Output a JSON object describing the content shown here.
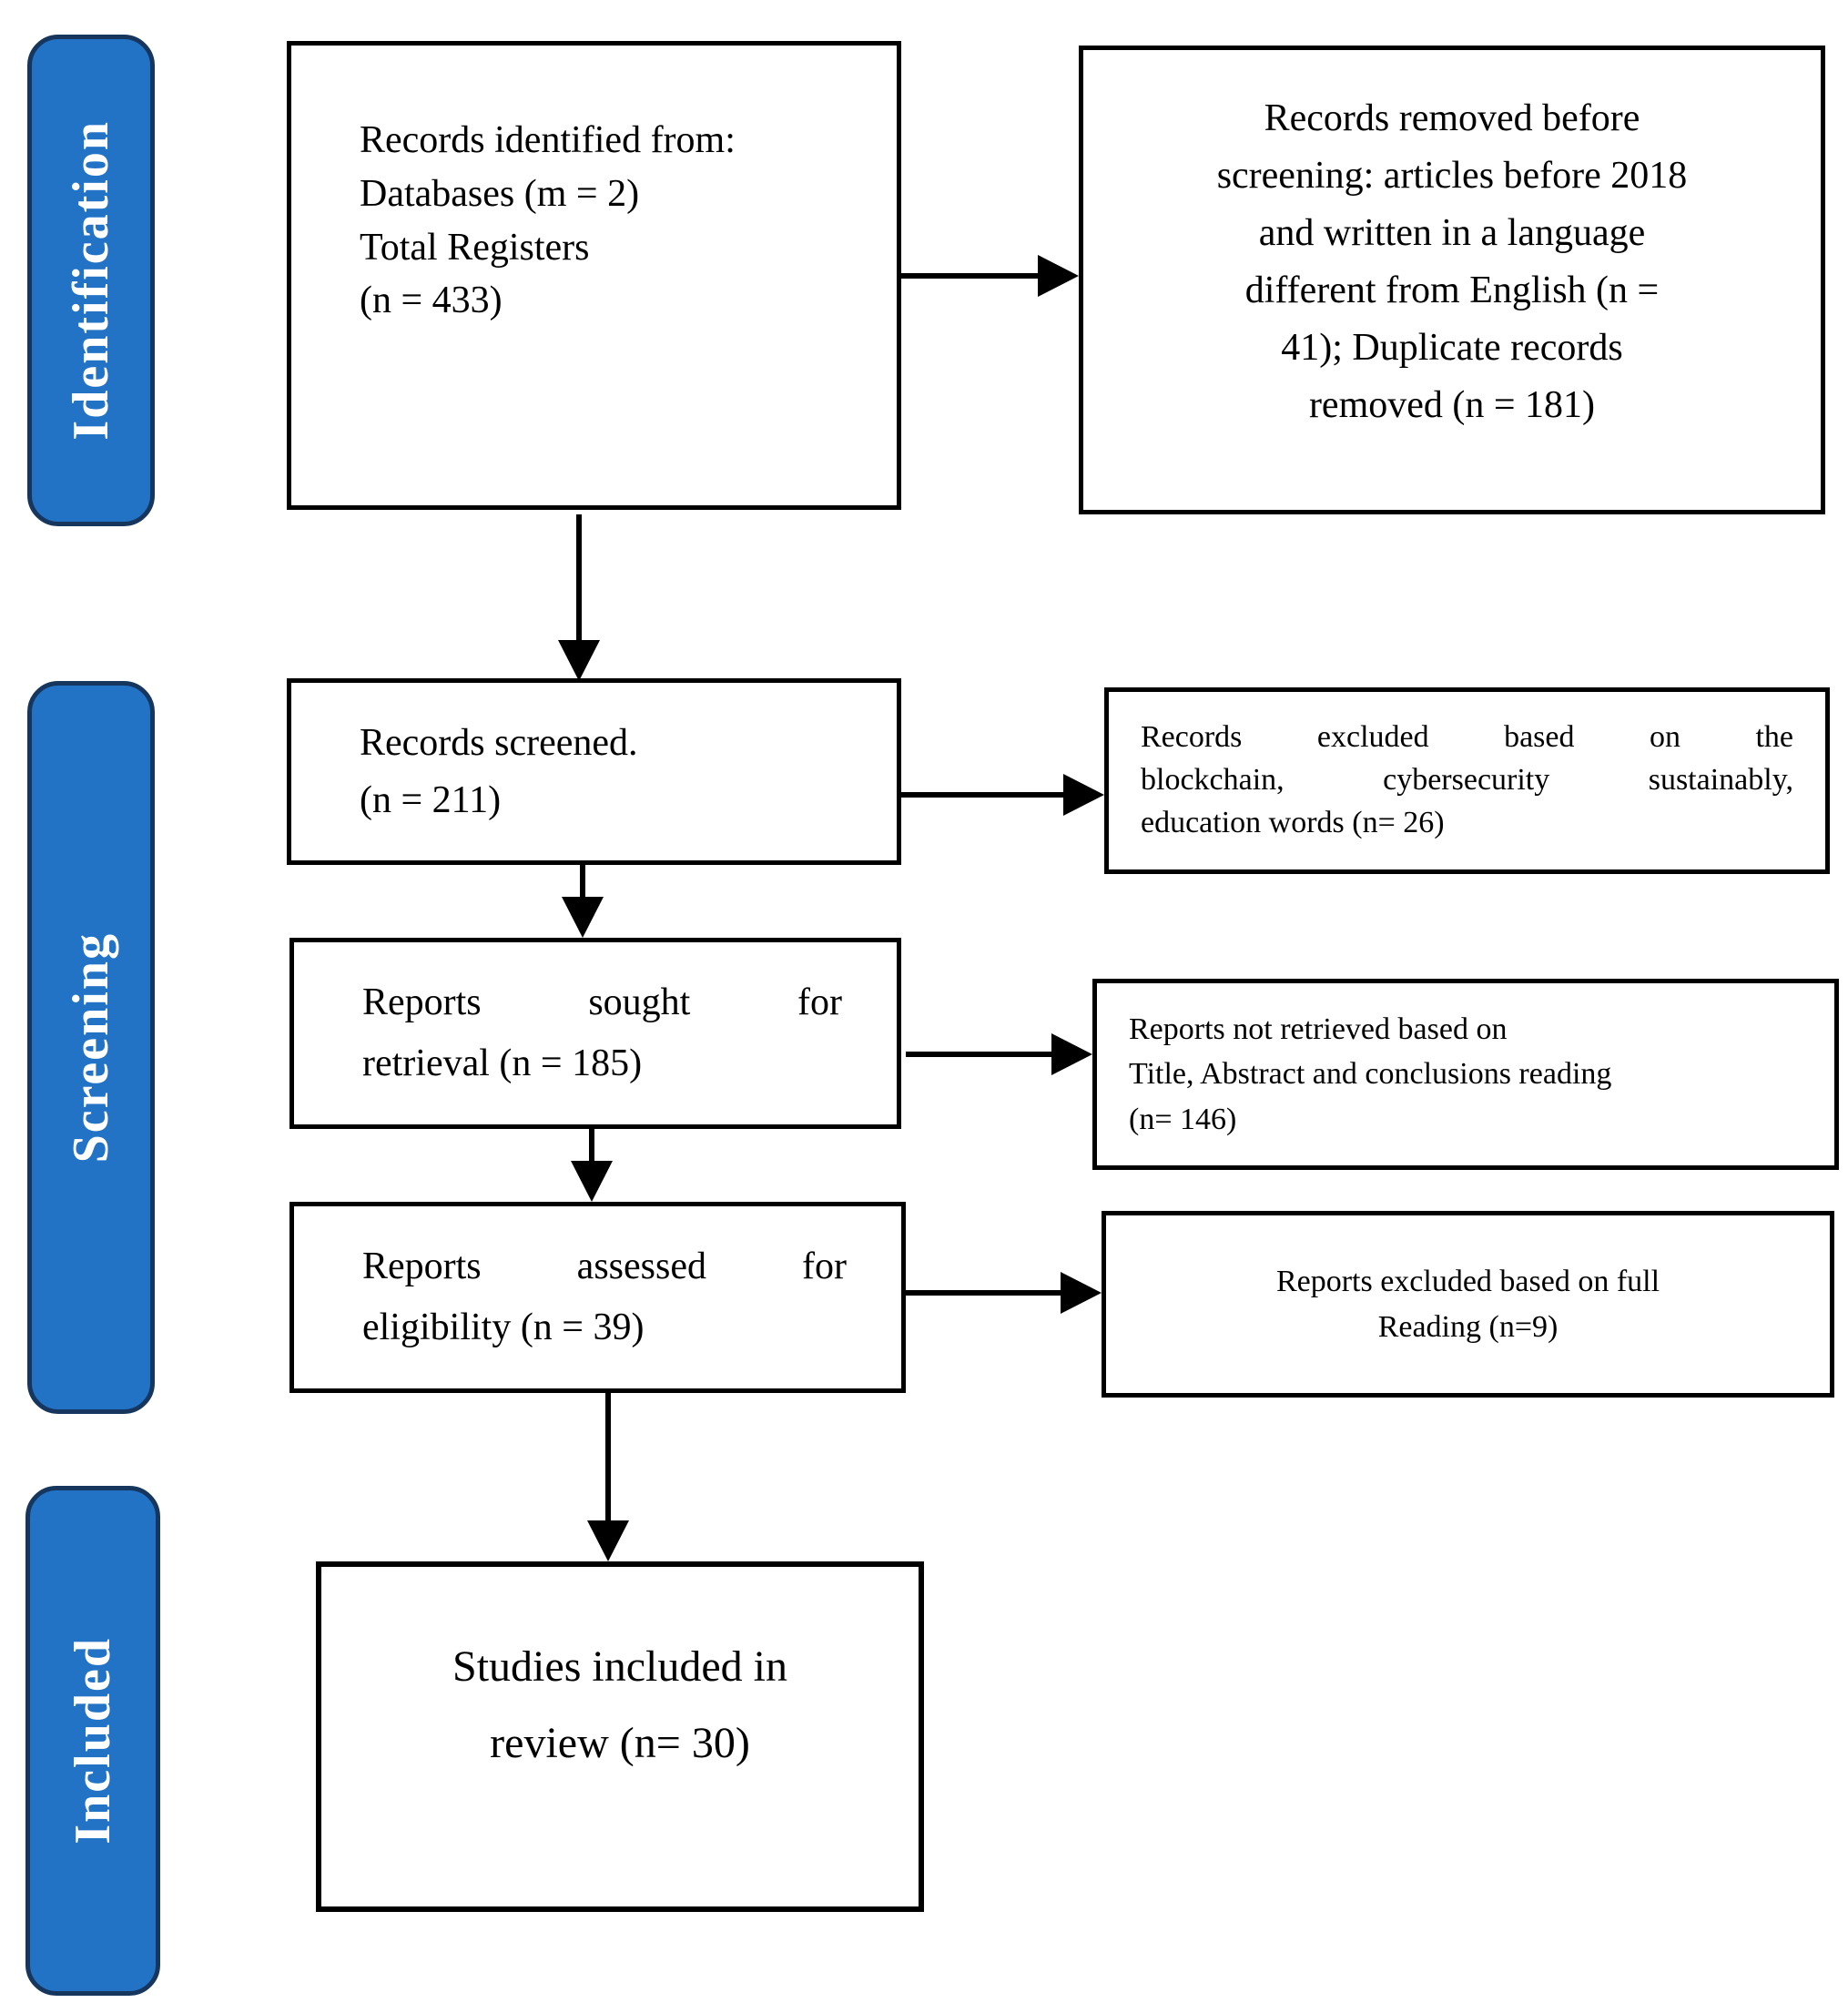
{
  "colors": {
    "stage_fill": "#2273c6",
    "stage_border": "#17365e",
    "box_border": "#000000",
    "text": "#000000",
    "stage_text": "#ffffff",
    "background": "#ffffff"
  },
  "stages": [
    {
      "label": "Identification"
    },
    {
      "label": "Screening"
    },
    {
      "label": "Included"
    }
  ],
  "boxes": {
    "identified": {
      "lines": [
        {
          "text": "Records identified from:",
          "justify": false
        },
        {
          "text": "Databases (m = 2)",
          "justify": false
        },
        {
          "text": "Total Registers",
          "justify": false
        },
        {
          "text": "(n = 433)",
          "justify": false
        }
      ]
    },
    "removed_before_screening": {
      "lines": [
        {
          "text": "Records removed before",
          "justify": false
        },
        {
          "text": "screening: articles before 2018",
          "justify": false
        },
        {
          "text": "and written in a language",
          "justify": false
        },
        {
          "text": "different from English (n =",
          "justify": false
        },
        {
          "text": "41); Duplicate records",
          "justify": false
        },
        {
          "text": "removed (n = 181)",
          "justify": false
        }
      ]
    },
    "screened": {
      "lines": [
        {
          "text": "Records screened.",
          "justify": false
        },
        {
          "text": "(n = 211)",
          "justify": false
        }
      ]
    },
    "excluded_words": {
      "lines": [
        {
          "text": "Records excluded based on the",
          "justify": true
        },
        {
          "text": "blockchain, cybersecurity sustainably,",
          "justify": true
        },
        {
          "text": "education words (n= 26)",
          "justify": false
        }
      ]
    },
    "sought": {
      "lines": [
        {
          "text": "Reports sought for",
          "justify": true
        },
        {
          "text": "retrieval (n = 185)",
          "justify": false
        }
      ]
    },
    "not_retrieved": {
      "lines": [
        {
          "text": "Reports not retrieved based on",
          "justify": false
        },
        {
          "text": "Title, Abstract and conclusions reading",
          "justify": false
        },
        {
          "text": "(n= 146)",
          "justify": false
        }
      ]
    },
    "assessed": {
      "lines": [
        {
          "text": "Reports assessed for",
          "justify": true
        },
        {
          "text": "eligibility (n = 39)",
          "justify": false
        }
      ]
    },
    "excluded_full_reading": {
      "lines": [
        {
          "text": "Reports excluded based on full",
          "justify": false
        },
        {
          "text": "Reading (n=9)",
          "justify": false
        }
      ]
    },
    "included_in_review": {
      "lines": [
        {
          "text": "Studies included in",
          "justify": false
        },
        {
          "text": "review (n= 30)",
          "justify": false
        }
      ]
    }
  }
}
